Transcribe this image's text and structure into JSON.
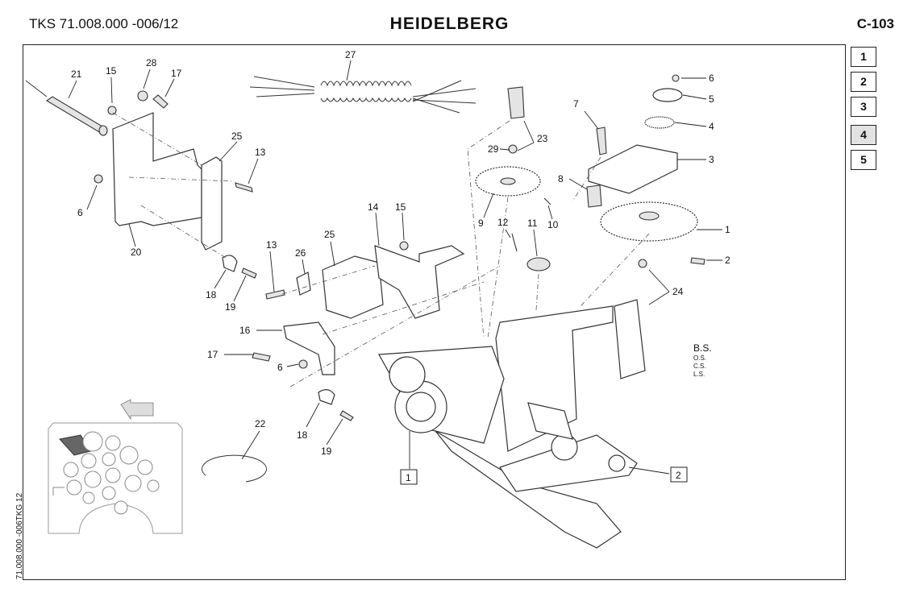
{
  "header": {
    "doc_number": "TKS 71.008.000 -006/12",
    "brand": "HEIDELBERG",
    "page_code": "C-103"
  },
  "side_code": "71.008.000 -006TKG 12",
  "tabs": [
    {
      "label": "1",
      "active": false
    },
    {
      "label": "2",
      "active": false
    },
    {
      "label": "3",
      "active": false
    },
    {
      "label": "4",
      "active": true
    },
    {
      "label": "5",
      "active": false
    }
  ],
  "callouts": {
    "c1": "1",
    "c2": "2",
    "c3": "3",
    "c4": "4",
    "c5": "5",
    "c6": "6",
    "c6b": "6",
    "c6c": "6",
    "c7": "7",
    "c8": "8",
    "c9": "9",
    "c10": "10",
    "c11": "11",
    "c12": "12",
    "c13": "13",
    "c13b": "13",
    "c14": "14",
    "c15": "15",
    "c15b": "15",
    "c16": "16",
    "c17": "17",
    "c17b": "17",
    "c18": "18",
    "c18b": "18",
    "c19": "19",
    "c19b": "19",
    "c20": "20",
    "c21": "21",
    "c22": "22",
    "c23": "23",
    "c24": "24",
    "c25": "25",
    "c25b": "25",
    "c26": "26",
    "c27": "27",
    "c28": "28",
    "c29": "29"
  },
  "ref_boxes": {
    "r1": "1",
    "r2": "2"
  },
  "side_legend": {
    "bs": "B.S.",
    "os": "O.S.",
    "cs": "C.S.",
    "ls": "L.S."
  },
  "colors": {
    "frame": "#222222",
    "tab_active": "#e2e2e2",
    "part_fill": "#e4e4e4"
  }
}
